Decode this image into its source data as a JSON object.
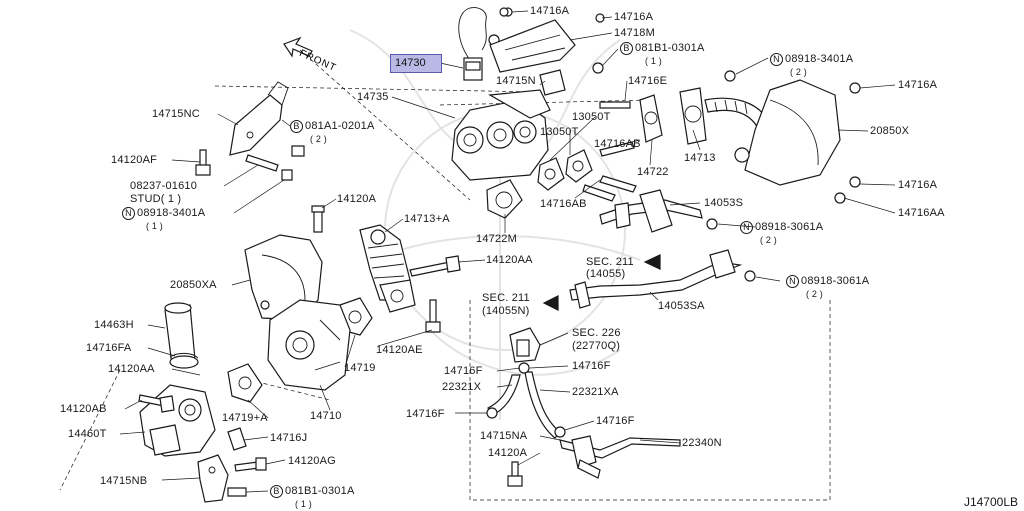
{
  "diagram_id": "J14700LB",
  "front_label": "FRONT",
  "highlighted_part": "14730",
  "labels": {
    "l14716A_top1": "14716A",
    "l14716A_top2": "14716A",
    "l14718M": "14718M",
    "l081B1_top": "081B1-0301A",
    "l081B1_top_q": "( 1 )",
    "l08918_top": "08918-3401A",
    "l08918_top_q": "( 2 )",
    "l14716A_right1": "14716A",
    "l14715N": "14715N",
    "l14716E": "14716E",
    "l14735": "14735",
    "l13050T_1": "13050T",
    "l13050T_2": "13050T",
    "l20850X": "20850X",
    "l14716AB_1": "14716AB",
    "l14713": "14713",
    "l14722": "14722",
    "l14716A_right2": "14716A",
    "l14716AB_2": "14716AB",
    "l14053S": "14053S",
    "l14716AA": "14716AA",
    "l14722M": "14722M",
    "l08918_3061_1": "08918-3061A",
    "l08918_3061_1_q": "( 2 )",
    "l14715NC": "14715NC",
    "l081A1": "081A1-0201A",
    "l081A1_q": "( 2 )",
    "l14120AF": "14120AF",
    "l08237": "08237-01610",
    "lSTUD": "STUD( 1 )",
    "l08918_left": "08918-3401A",
    "l08918_left_q": "( 1 )",
    "l14120A_mid": "14120A",
    "l14713A": "14713+A",
    "l14120AA_mid": "14120AA",
    "lSEC211_1": "SEC. 211",
    "lSEC211_1_sub": "(14055)",
    "l08918_3061_2": "08918-3061A",
    "l08918_3061_2_q": "( 2 )",
    "l14053SA": "14053SA",
    "lSEC211_2": "SEC. 211",
    "lSEC211_2_sub": "(14055N)",
    "l20850XA": "20850XA",
    "l14463H": "14463H",
    "l14716FA": "14716FA",
    "l14120AE": "14120AE",
    "lSEC226": "SEC. 226",
    "lSEC226_sub": "(22770Q)",
    "l14716F_1": "14716F",
    "l14716F_2": "14716F",
    "l14120AA_left": "14120AA",
    "l14719": "14719",
    "l22321X": "22321X",
    "l22321XA": "22321XA",
    "l14120AB": "14120AB",
    "l14719A": "14719+A",
    "l14710": "14710",
    "l14716F_3": "14716F",
    "l14716F_4": "14716F",
    "l14460T": "14460T",
    "l14716J": "14716J",
    "l14715NA": "14715NA",
    "l22340N": "22340N",
    "l14120A_bottom": "14120A",
    "l14120AG": "14120AG",
    "l14715NB": "14715NB",
    "l081B1_bottom": "081B1-0301A",
    "l081B1_bottom_q": "( 1 )"
  },
  "symbols": {
    "bolt_ring": "B",
    "nut_ring": "N"
  },
  "colors": {
    "highlight_fill": "#b9b9e6",
    "line": "#1a1a1a"
  }
}
